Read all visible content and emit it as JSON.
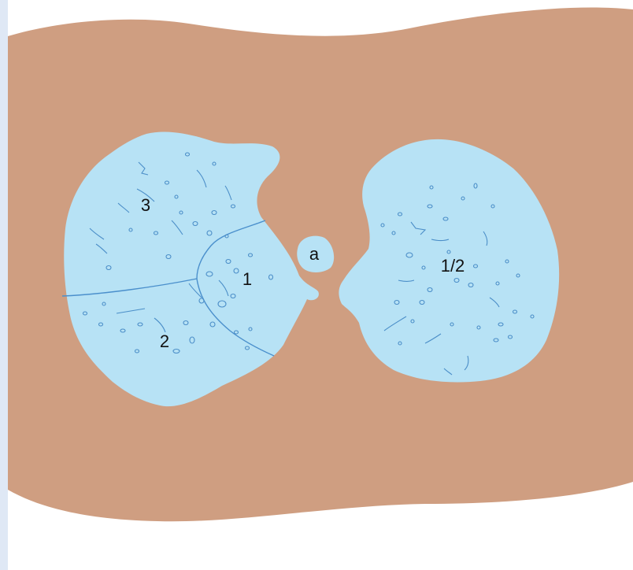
{
  "labels": {
    "right_lung_upper": "3",
    "right_lung_middle": "1",
    "right_lung_lower": "2",
    "left_lung": "1/2",
    "aorta": "a"
  },
  "colors": {
    "body": "#cf9e81",
    "lung": "#b7e2f5",
    "lesion_outline": "#4b8ec8",
    "fissure": "#4a8fcc",
    "side_strip": "#dfe8f5"
  }
}
